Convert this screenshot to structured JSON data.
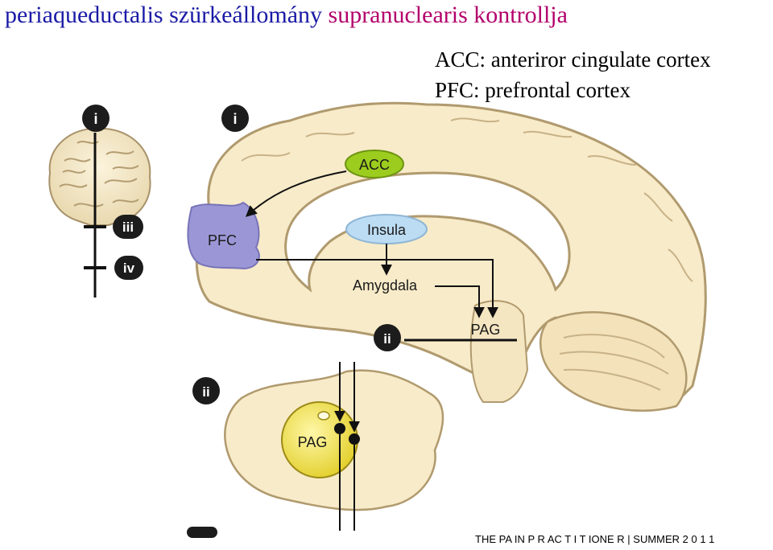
{
  "title": {
    "part1": "periaqueductalis szürkeállomány",
    "part2": "supranuclearis kontrollja"
  },
  "legend": {
    "acc": "ACC: anteriror cingulate cortex",
    "pfc": "PFC: prefrontal cortex"
  },
  "diagram": {
    "markers": {
      "i_left": "i",
      "i_right": "i",
      "iii": "iii",
      "iv": "iv",
      "ii_mid": "ii",
      "ii_bottom": "ii"
    },
    "labels": {
      "acc": "ACC",
      "insula": "Insula",
      "pfc": "PFC",
      "amygdala": "Amygdala",
      "pag": "PAG",
      "pag_section": "PAG"
    }
  },
  "footer": "THE PA IN P R AC T I T IONE R | SUMMER 2 0 1 1",
  "colors": {
    "title_blue": "#1a1aa6",
    "title_magenta": "#b3006b",
    "brain_fill": "#f8ebc9",
    "acc_green": "#9ccc1e",
    "insula_blue": "#bcdcf3",
    "pfc_purple": "#9b97d6",
    "pag_yellow": "#ecde3c"
  }
}
